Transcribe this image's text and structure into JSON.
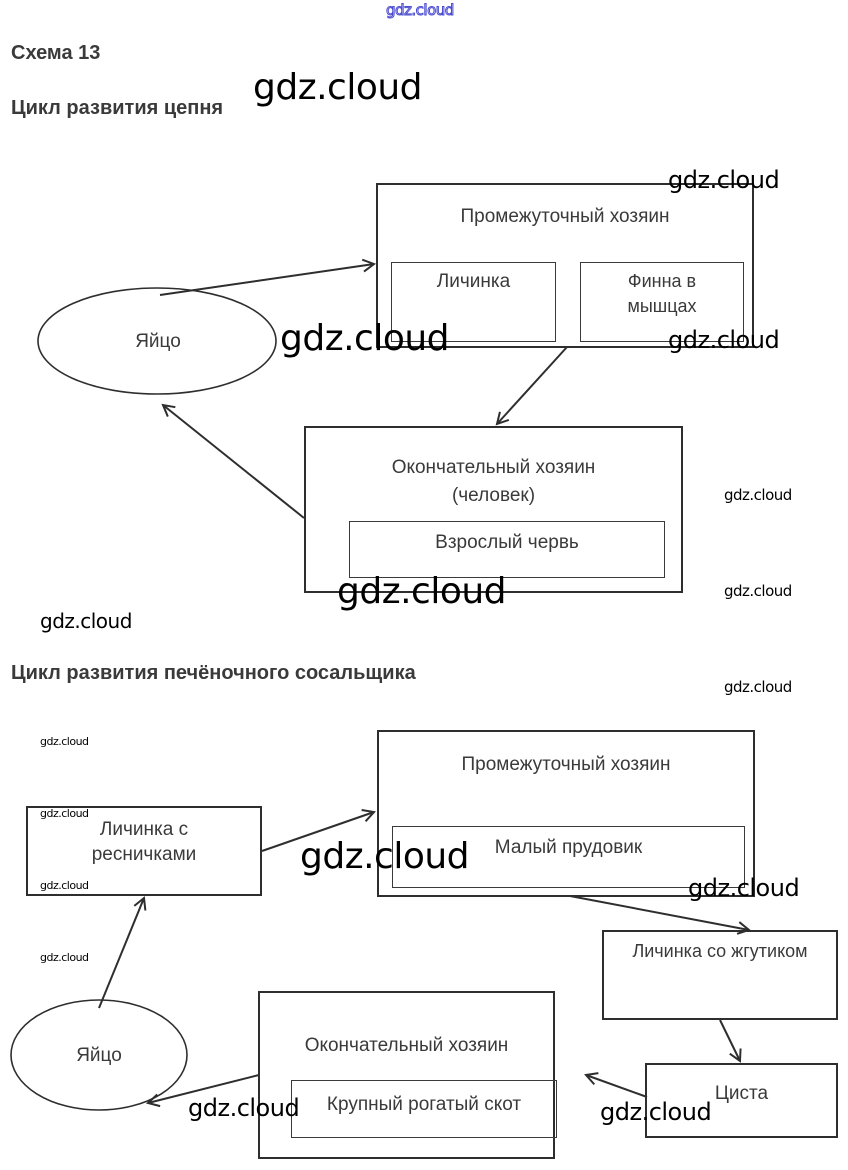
{
  "watermark_text": "gdz.cloud",
  "scheme_title": "Схема 13",
  "diagram1": {
    "title": "Цикл развития цепня",
    "egg": "Яйцо",
    "intermediate_host": {
      "label": "Промежуточный хозяин",
      "stages": [
        "Личинка",
        "Финна в\nмышцах"
      ]
    },
    "final_host": {
      "label_line1": "Окончательный хозяин",
      "label_line2": "(человек)",
      "stage": "Взрослый червь"
    }
  },
  "diagram2": {
    "title": "Цикл развития печёночного сосальщика",
    "ciliated_larva_line1": "Личинка с",
    "ciliated_larva_line2": "ресничками",
    "intermediate_host": {
      "label": "Промежуточный хозяин",
      "stage": "Малый прудовик"
    },
    "flagellated_larva": "Личинка со жгутиком",
    "cyst": "Циста",
    "final_host": {
      "label": "Окончательный хозяин",
      "stage": "Крупный рогатый скот"
    },
    "egg": "Яйцо"
  }
}
